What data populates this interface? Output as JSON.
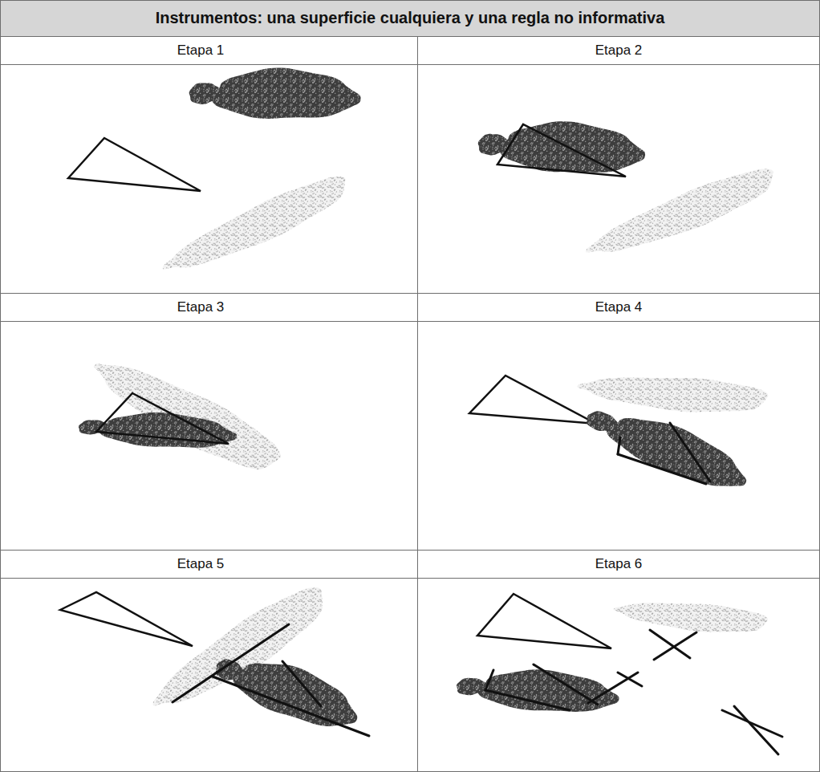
{
  "diagram": {
    "title": "Instrumentos: una superficie cualquiera y una regla no informativa",
    "labels": [
      "Etapa 1",
      "Etapa 2",
      "Etapa 3",
      "Etapa 4",
      "Etapa 5",
      "Etapa 6"
    ]
  }
}
